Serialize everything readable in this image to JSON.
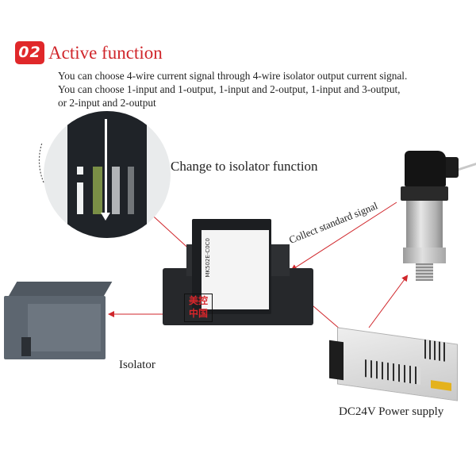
{
  "header": {
    "badge": "02",
    "title": "Active function",
    "accent_color": "#d0262b"
  },
  "description": {
    "lines": [
      "You can choose 4-wire current signal through 4-wire isolator output current signal.",
      "You can choose 1-input and 1-output, 1-input and 2-output, 1-input and 3-output,",
      "or 2-input and 2-output"
    ]
  },
  "callouts": {
    "change": "Change to isolator function",
    "collect": "Collect standard signal",
    "isolator": "Isolator",
    "power": "DC24V Power supply"
  },
  "module": {
    "model": "MK502E-C0C0",
    "stamp": "美控\n中国"
  },
  "icons": {
    "magnifier": "zoom-detail-circle",
    "plc": "plc-device",
    "sensor": "pressure-transmitter",
    "psu": "power-supply-unit"
  }
}
